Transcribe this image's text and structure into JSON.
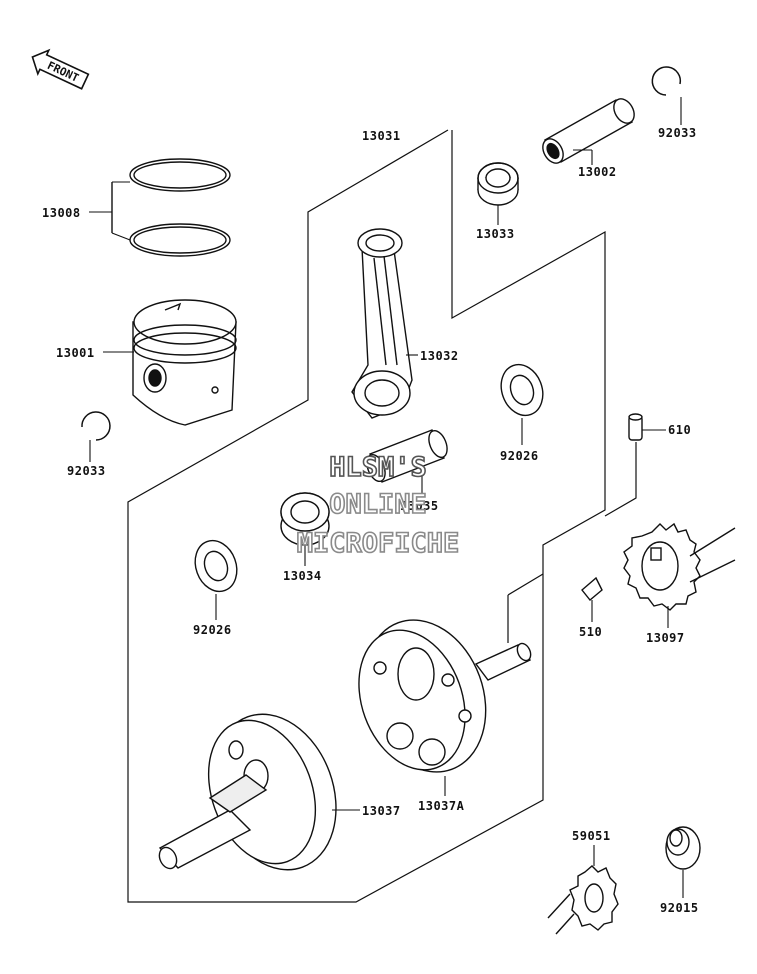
{
  "front_tag": "FRONT",
  "watermark": {
    "line1": "HLSM'S",
    "line2": "ONLINE",
    "line3": "MICROFICHE"
  },
  "parts": {
    "p13031": "13031",
    "p13008": "13008",
    "p13001": "13001",
    "p92033_left": "92033",
    "p92033_right": "92033",
    "p13002": "13002",
    "p13033": "13033",
    "p13032": "13032",
    "p92026_right": "92026",
    "p13035": "13035",
    "p13034": "13034",
    "p92026_left": "92026",
    "p610": "610",
    "p510": "510",
    "p13097": "13097",
    "p13037": "13037",
    "p13037A": "13037A",
    "p59051": "59051",
    "p92015": "92015"
  }
}
